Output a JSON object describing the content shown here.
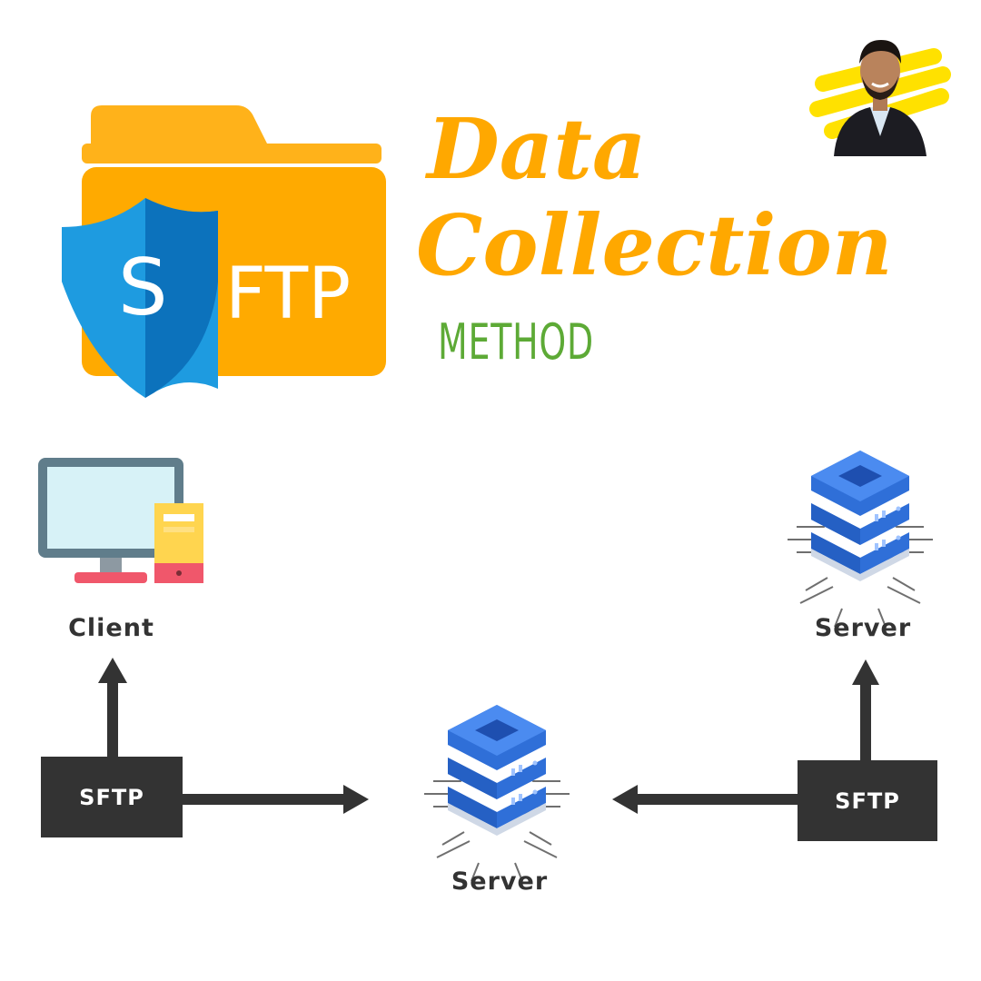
{
  "title": {
    "line1": "Data",
    "line2": "Collection",
    "subtitle": "METHOD"
  },
  "logo": {
    "shield_letter": "S",
    "folder_text": "FTP"
  },
  "diagram": {
    "client_label": "Client",
    "server_right_label": "Server",
    "server_center_label": "Server",
    "sftp_left_label": "SFTP",
    "sftp_right_label": "SFTP"
  },
  "colors": {
    "title_orange": "#FFA800",
    "subtitle_green": "#5DAA36",
    "folder_orange": "#FFAA00",
    "shield_blue_light": "#1E9BE0",
    "shield_blue_dark": "#0C72BC",
    "dark_gray": "#333333",
    "server_blue": "#2F6FD8"
  },
  "icons": {
    "logo": "sftp-folder-shield-icon",
    "client": "desktop-computer-icon",
    "server": "server-stack-icon",
    "avatar": "person-avatar"
  }
}
